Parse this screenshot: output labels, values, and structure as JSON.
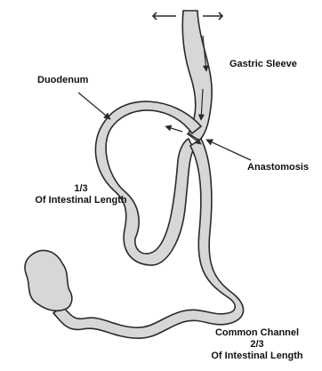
{
  "labels": {
    "duodenum": "Duodenum",
    "gastric_sleeve": "Gastric Sleeve",
    "anastomosis": "Anastomosis",
    "proximal_fraction": "1/3",
    "proximal_length": "Of Intestinal Length",
    "common_channel": "Common Channel",
    "distal_fraction": "2/3",
    "distal_length": "Of Intestinal Length"
  },
  "colors": {
    "tissue_fill": "#d9d6d6",
    "outline": "#2a2a2a"
  }
}
